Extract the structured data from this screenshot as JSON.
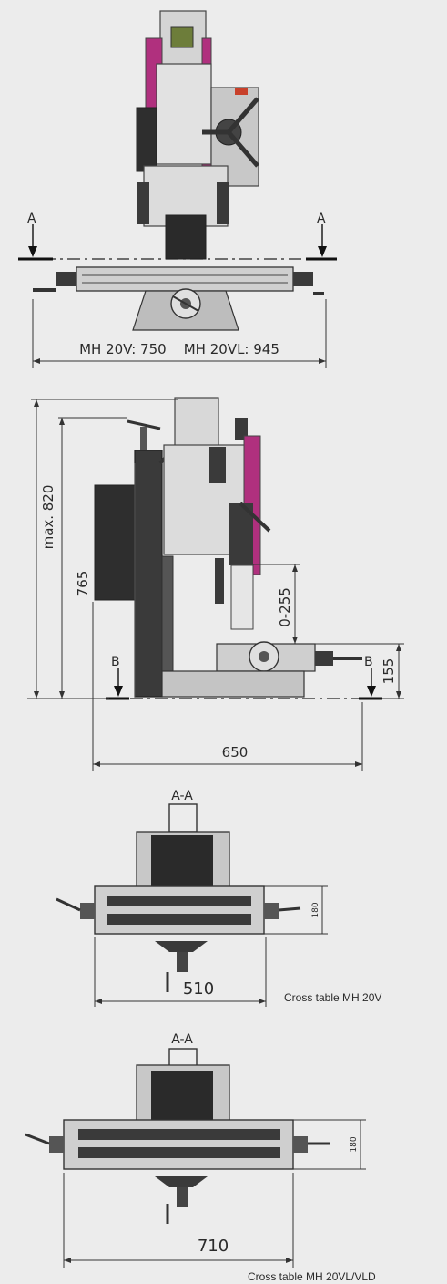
{
  "front_view": {
    "section_left": "A",
    "section_right": "A",
    "width_label": "MH 20V: 750    MH 20VL: 945"
  },
  "side_view": {
    "height_max_label": "max. 820",
    "height_label": "765",
    "travel_label": "0-255",
    "table_height_label": "155",
    "depth_label": "650",
    "section_left": "B",
    "section_right": "B"
  },
  "cross_table_small": {
    "section_label": "A-A",
    "depth_label": "180",
    "width_label": "510",
    "caption": "Cross table MH 20V"
  },
  "cross_table_large": {
    "section_label": "A-A",
    "depth_label": "180",
    "width_label": "710",
    "caption": "Cross table MH 20VL/VLD"
  },
  "colors": {
    "background": "#ececec",
    "accent_magenta": "#b0307e",
    "machine_dark": "#3a3a3a",
    "machine_light": "#d2d2d2"
  }
}
